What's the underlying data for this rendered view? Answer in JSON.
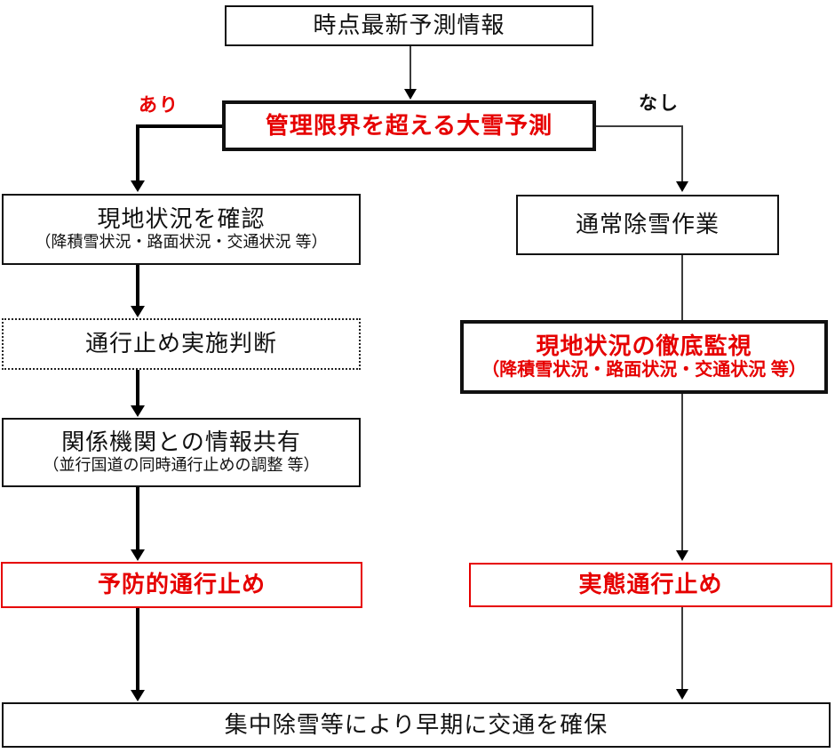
{
  "colors": {
    "red": "#e60000",
    "black": "#111111",
    "thin_line": "#3c3c3c",
    "background": "#ffffff"
  },
  "nodes": {
    "forecast": {
      "label": "時点最新予測情報"
    },
    "decision": {
      "label": "管理限界を超える大雪予測"
    },
    "branch_yes": {
      "label": "あり"
    },
    "branch_no": {
      "label": "なし"
    },
    "check_site": {
      "label": "現地状況を確認",
      "sublabel": "（降積雪状況・路面状況・交通状況 等）"
    },
    "closure_decision": {
      "label": "通行止め実施判断"
    },
    "info_share": {
      "label": "関係機関との情報共有",
      "sublabel": "（並行国道の同時通行止めの調整 等）"
    },
    "preventive_closure": {
      "label": "予防的通行止め"
    },
    "normal_snow_removal": {
      "label": "通常除雪作業"
    },
    "site_monitoring": {
      "label": "現地状況の徹底監視",
      "sublabel": "（降積雪状況・路面状況・交通状況 等）"
    },
    "actual_closure": {
      "label": "実態通行止め"
    },
    "final_goal": {
      "label": "集中除雪等により早期に交通を確保"
    }
  }
}
